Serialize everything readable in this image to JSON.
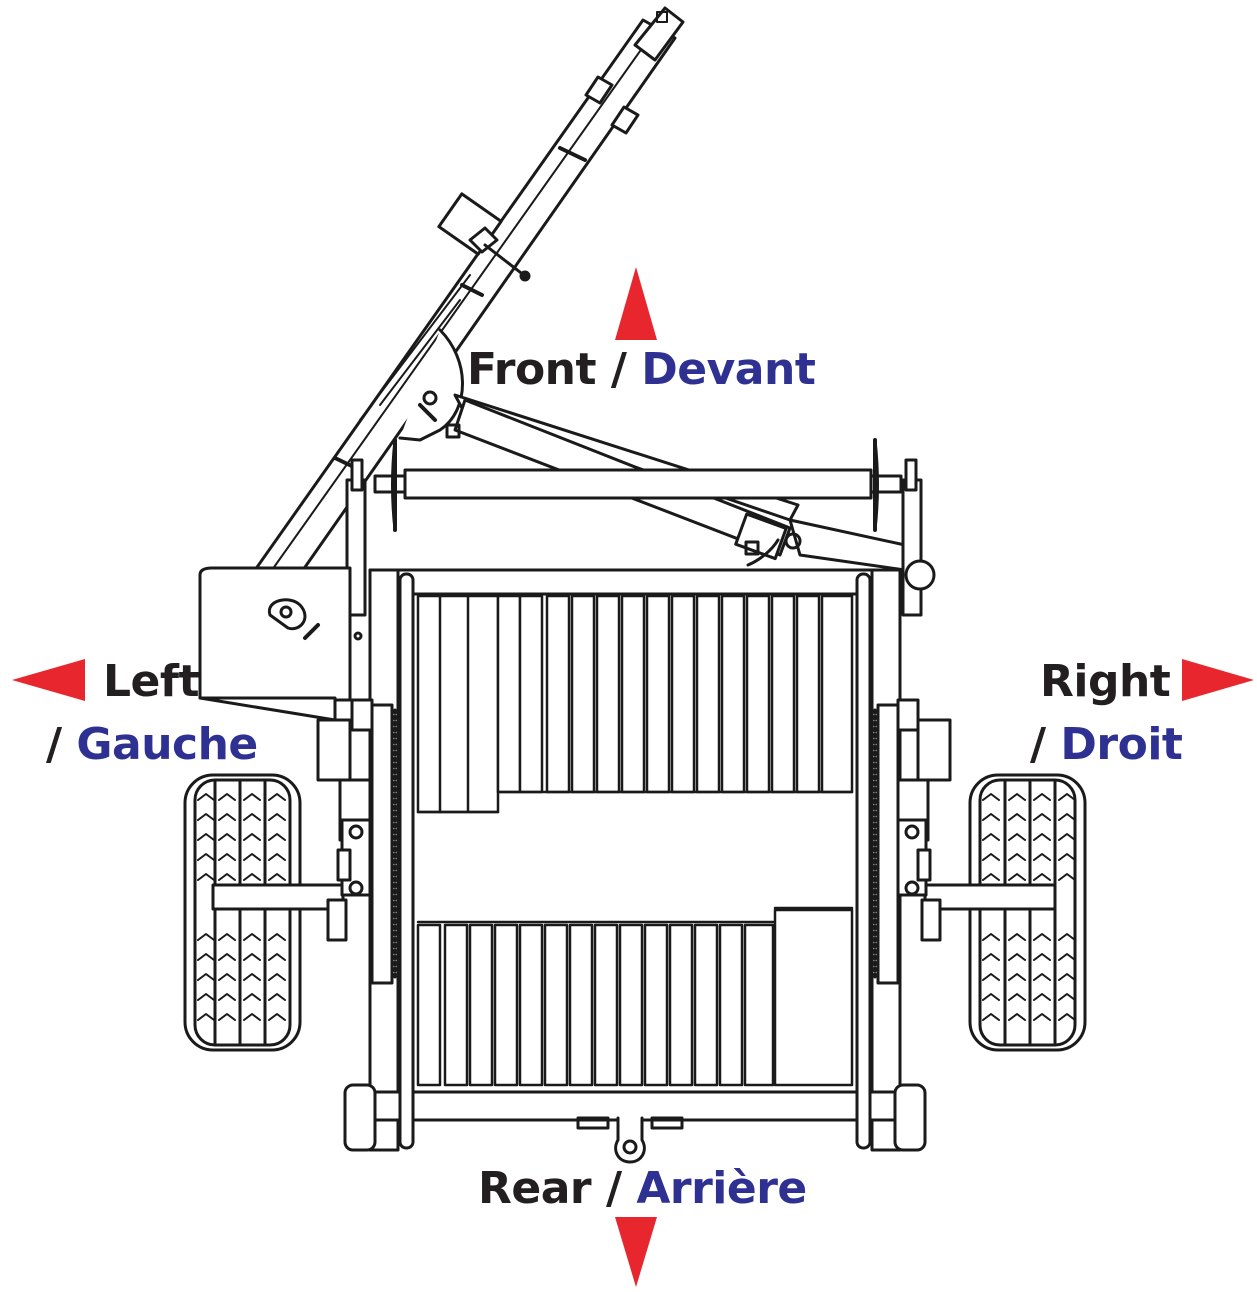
{
  "labels": {
    "front": {
      "en": "Front",
      "sep": " / ",
      "fr": "Devant"
    },
    "rear": {
      "en": "Rear",
      "sep": " / ",
      "fr": "Arrière"
    },
    "left": {
      "en": "Left",
      "sep": "/ ",
      "fr": "Gauche"
    },
    "right": {
      "en": "Right",
      "sep": "/ ",
      "fr": "Droit"
    }
  },
  "colors": {
    "arrow": "#e8262d",
    "english": "#231f20",
    "french": "#2e3192",
    "line": "#1a1a1a"
  },
  "icons": {
    "front": "arrow-up-icon",
    "rear": "arrow-down-icon",
    "left": "arrow-left-icon",
    "right": "arrow-right-icon"
  }
}
